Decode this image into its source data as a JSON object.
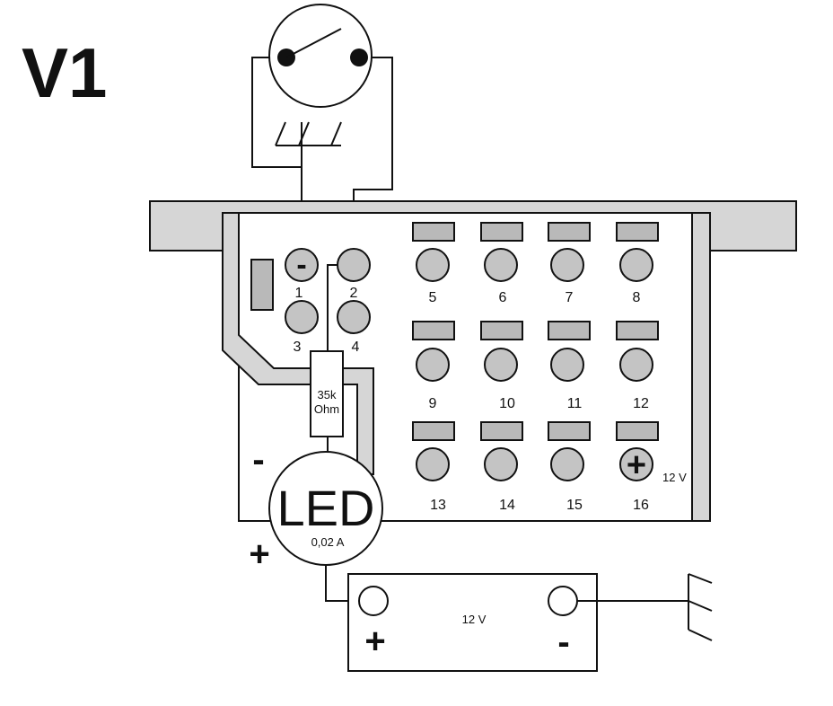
{
  "title": "V1",
  "pin_labels": [
    "1",
    "2",
    "3",
    "4",
    "5",
    "6",
    "7",
    "8",
    "9",
    "10",
    "11",
    "12",
    "13",
    "14",
    "15",
    "16"
  ],
  "pin1_symbol": "-",
  "pin16_symbol": "+",
  "pin16_voltage": "12 V",
  "resistor": {
    "line1": "35k",
    "line2": "Ohm"
  },
  "led": {
    "label": "LED",
    "current": "0,02 A",
    "minus": "-",
    "plus": "+"
  },
  "battery": {
    "voltage": "12 V",
    "plus": "+",
    "minus": "-"
  },
  "colors": {
    "pin_fill": "#c4c4c4",
    "frame_fill": "#d6d6d6",
    "slot_fill": "#b9b9b9",
    "line": "#111111"
  }
}
